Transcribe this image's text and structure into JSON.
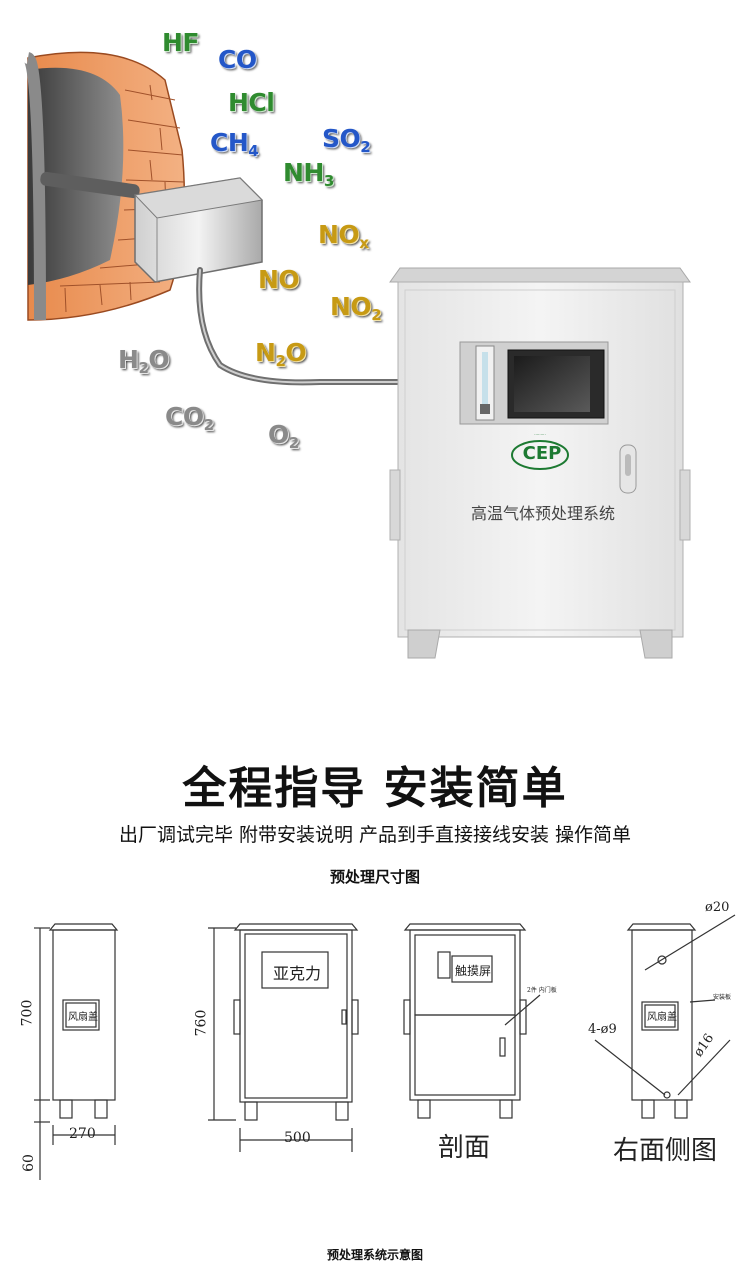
{
  "hero": {
    "gases": [
      {
        "label": "HF",
        "color": "green"
      },
      {
        "label": "CO",
        "color": "blue"
      },
      {
        "label": "HCl",
        "color": "green"
      },
      {
        "label": "CH",
        "sub": "4",
        "color": "blue"
      },
      {
        "label": "SO",
        "sub": "2",
        "color": "blue"
      },
      {
        "label": "NH",
        "sub": "3",
        "color": "green"
      },
      {
        "label": "NO",
        "sub": "x",
        "color": "gold"
      },
      {
        "label": "NO",
        "color": "gold"
      },
      {
        "label": "NO",
        "sub": "2",
        "color": "gold"
      },
      {
        "label": "H",
        "sub": "2",
        "tail": "O",
        "color": "gray"
      },
      {
        "label": "N",
        "sub": "2",
        "tail": "O",
        "color": "gold"
      },
      {
        "label": "CO",
        "sub": "2",
        "color": "gray"
      },
      {
        "label": "O",
        "sub": "2",
        "color": "gray"
      }
    ],
    "cabinet_title": "高温气体预处理系统",
    "logo_text": "CEP"
  },
  "headline": "全程指导 安装简单",
  "subline": "出厂调试完毕 附带安装说明 产品到手直接接线安装 操作简单",
  "dimension_title": "预处理尺寸图",
  "drawings": {
    "left": {
      "height": "700",
      "bottom": "60",
      "width": "270",
      "panel": "风扇盖"
    },
    "front": {
      "height": "760",
      "width": "500",
      "panel": "亚克力"
    },
    "section": {
      "screen": "触摸屏",
      "caption": "剖面",
      "note": "2件 内门板"
    },
    "side": {
      "panel": "风扇盖",
      "caption": "右面侧图",
      "dia_top": "ø20",
      "dia_small": "ø16",
      "holes": "4-ø9",
      "note": "安装板"
    }
  },
  "footer_caption": "预处理系统示意图"
}
